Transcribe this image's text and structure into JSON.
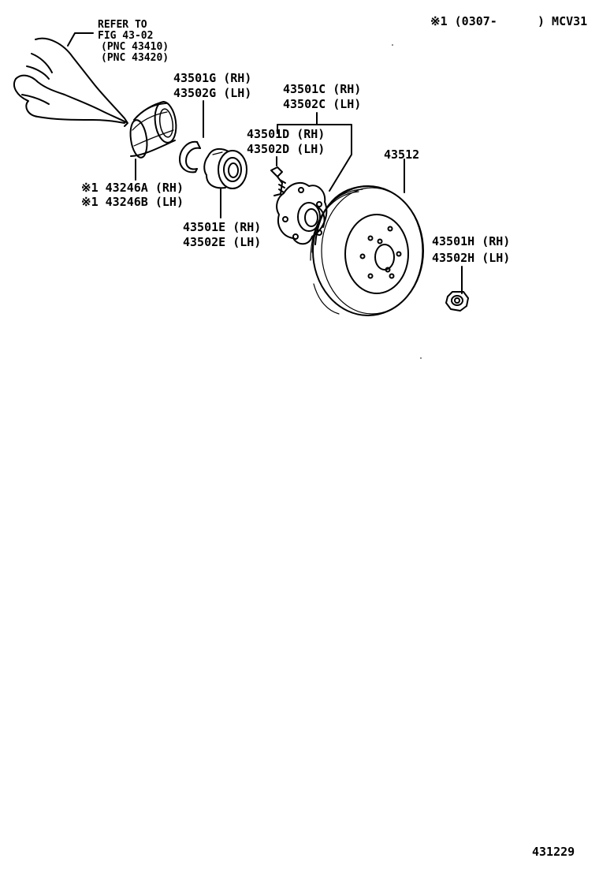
{
  "header": {
    "applicability": "※1 (0307-",
    "applicability_end": ") MCV31"
  },
  "reference": {
    "line1": "REFER TO",
    "line2": "FIG 43-02",
    "line3": "(PNC 43410)",
    "line4": "(PNC 43420)"
  },
  "parts": {
    "oil_seal_rh": "※1 43246A (RH)",
    "oil_seal_lh": "※1 43246B (LH)",
    "snap_ring_rh": "43501G (RH)",
    "snap_ring_lh": "43502G (LH)",
    "hub_rh": "43501C (RH)",
    "hub_lh": "43502C (LH)",
    "hub_bolt_rh": "43501D (RH)",
    "hub_bolt_lh": "43502D (LH)",
    "bearing_rh": "43501E (RH)",
    "bearing_lh": "43502E (LH)",
    "disc": "43512",
    "nut_rh": "43501H (RH)",
    "nut_lh": "43502H (LH)"
  },
  "footer": {
    "illustration_number": "431229"
  }
}
